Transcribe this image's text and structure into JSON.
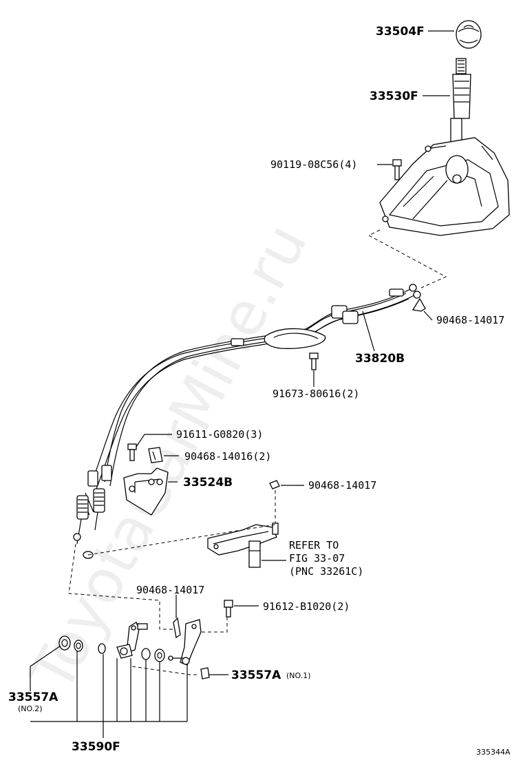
{
  "watermark": "ToyotaCarMine.ru",
  "figure_id": "335344A",
  "callouts": {
    "knob": "33504F",
    "boot": "33530F",
    "bolt_4": "90119-08C56(4)",
    "clip_top": "90468-14017",
    "cable": "33820B",
    "bolt_2": "91673-80616(2)",
    "bolt_3": "91611-G0820(3)",
    "clip_2": "90468-14016(2)",
    "bracket": "33524B",
    "clip_mid": "90468-14017",
    "refer_1": "REFER TO",
    "refer_2": "FIG 33-07",
    "refer_3": "(PNC 33261C)",
    "clip_low": "90468-14017",
    "bolt_low": "91612-B1020(2)",
    "bushing_a1": "33557A",
    "bushing_a1_note": "(NO.1)",
    "bushing_a2": "33557A",
    "bushing_a2_note": "(NO.2)",
    "washer": "33590F"
  }
}
